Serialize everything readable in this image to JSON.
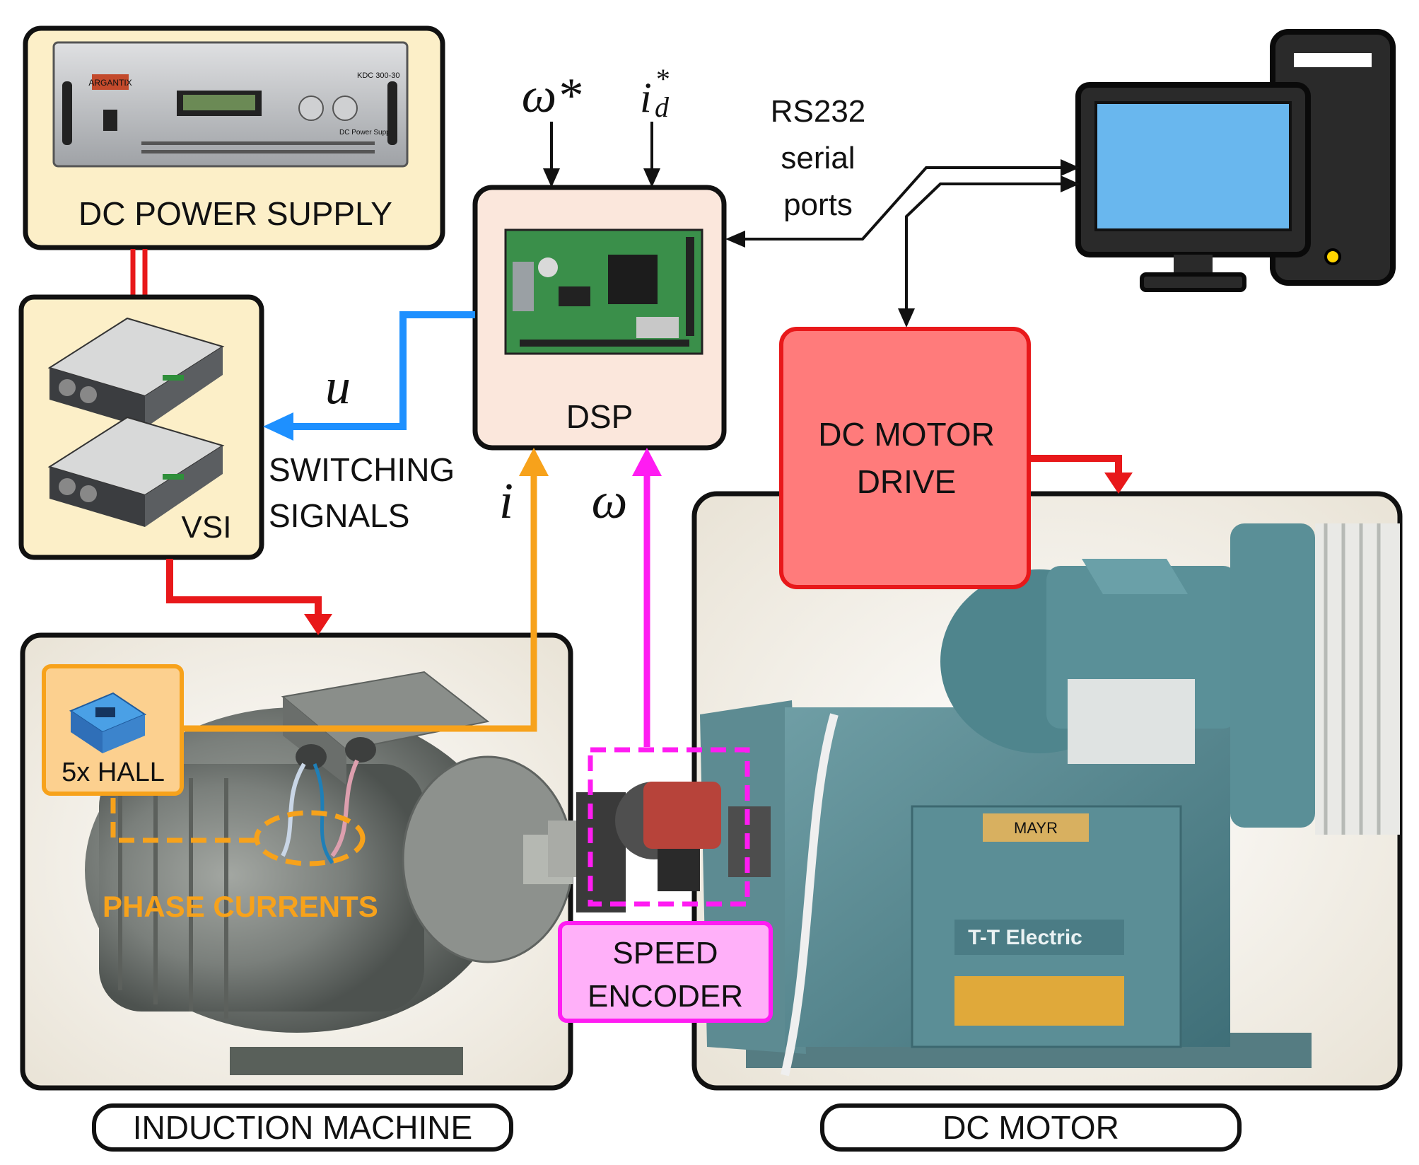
{
  "blocks": {
    "dc_power_supply": "DC POWER SUPPLY",
    "vsi": "VSI",
    "dsp": "DSP",
    "dc_motor_drive_line1": "DC MOTOR",
    "dc_motor_drive_line2": "DRIVE",
    "speed_encoder_line1": "SPEED",
    "speed_encoder_line2": "ENCODER",
    "hall_sensors": "5x HALL",
    "phase_currents": "PHASE CURRENTS"
  },
  "signals": {
    "switching_line1": "SWITCHING",
    "switching_line2": "SIGNALS",
    "rs232_line1": "RS232",
    "rs232_line2": "serial",
    "rs232_line3": "ports",
    "u": "u",
    "i": "i",
    "omega": "ω",
    "omega_ref": "ω*",
    "id_ref_base": "i",
    "id_ref_sub": "d",
    "id_ref_sup": "*"
  },
  "captions": {
    "induction_machine": "INDUCTION MACHINE",
    "dc_motor": "DC MOTOR"
  },
  "nameplates": {
    "psu_brand": "ARGANTIX",
    "psu_model": "KDC 300-30",
    "psu_type": "DC Power Supply",
    "motor_brand": "T-T Electric",
    "brake_brand": "MAYR"
  },
  "colors": {
    "power_line": "#e8181a",
    "switching_line": "#1e90ff",
    "current_line": "#f7a21b",
    "speed_line": "#ff1cf2",
    "psu_box": "#fcefc8",
    "dsp_box": "#fbe7dc",
    "motor_drive_box": "#ff7b7b",
    "encoder_box": "#ffb0f9",
    "hall_box": "#fcd08f",
    "monitor_screen": "#69b7ee"
  }
}
